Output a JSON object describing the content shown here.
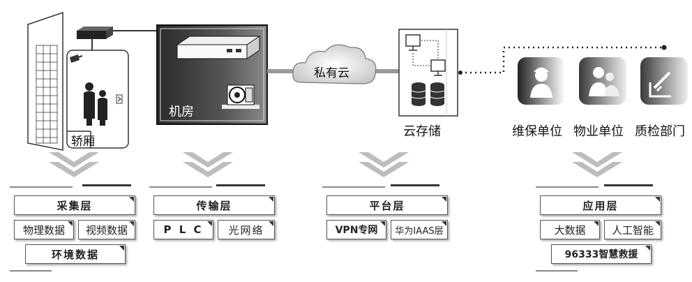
{
  "top": {
    "car_label": "轿厢",
    "machine_room_label": "机房",
    "cloud_label": "私有云",
    "storage_label": "云存储",
    "units": [
      "维保单位",
      "物业单位",
      "质检部门"
    ]
  },
  "layers": [
    {
      "title": "采集层",
      "items": [
        "物理数据",
        "视频数据",
        "环境数据"
      ]
    },
    {
      "title": "传输层",
      "items": [
        "P L C",
        "光网络"
      ]
    },
    {
      "title": "平台层",
      "items": [
        "VPN专网",
        "华为IAAS层"
      ]
    },
    {
      "title": "应用层",
      "items": [
        "大数据",
        "人工智能",
        "96333智慧救援"
      ]
    }
  ],
  "colors": {
    "frame": "#333333",
    "chevron": "#bdbdbd",
    "panel": "#3a3a3a"
  }
}
